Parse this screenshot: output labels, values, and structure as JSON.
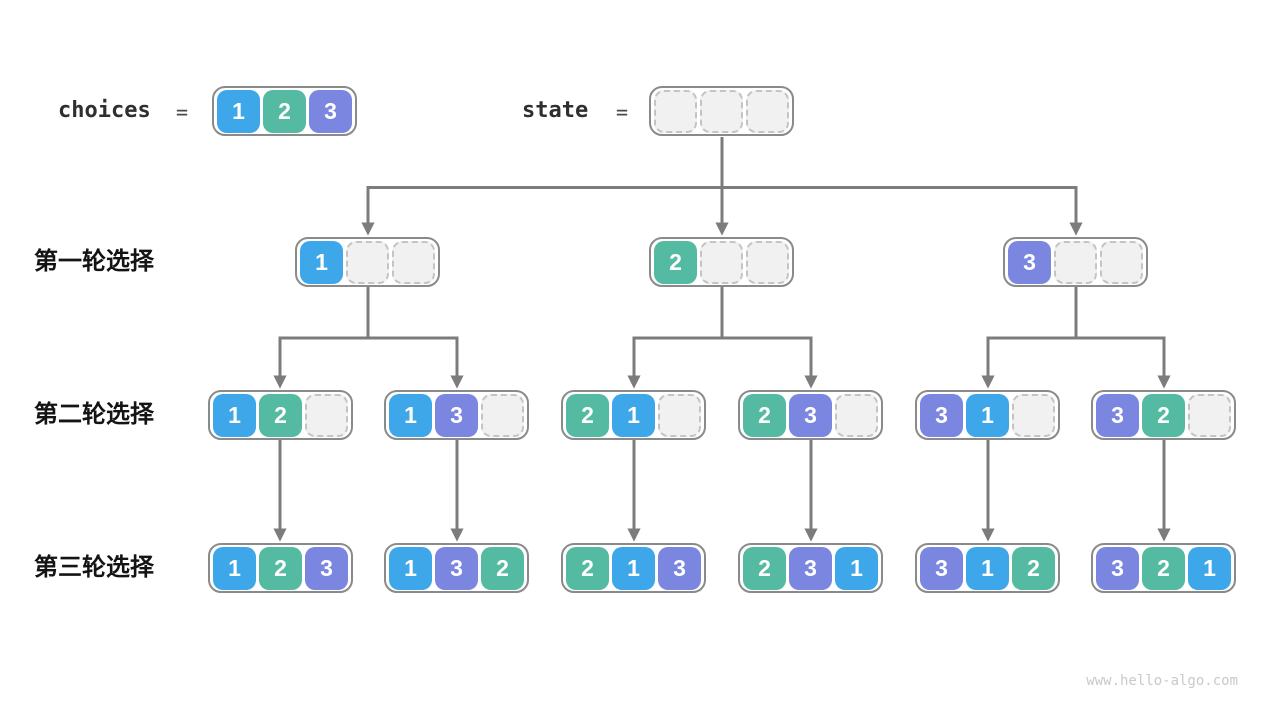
{
  "title_row": {
    "choices_label": "choices",
    "equals_sign": "=",
    "choices_values": [
      "1",
      "2",
      "3"
    ],
    "state_label": "state",
    "state_values": [
      "",
      "",
      ""
    ]
  },
  "rounds": [
    {
      "label": "第一轮选择",
      "boxes": [
        [
          "1",
          "",
          ""
        ],
        [
          "2",
          "",
          ""
        ],
        [
          "3",
          "",
          ""
        ]
      ]
    },
    {
      "label": "第二轮选择",
      "boxes": [
        [
          "1",
          "2",
          ""
        ],
        [
          "1",
          "3",
          ""
        ],
        [
          "2",
          "1",
          ""
        ],
        [
          "2",
          "3",
          ""
        ],
        [
          "3",
          "1",
          ""
        ],
        [
          "3",
          "2",
          ""
        ]
      ]
    },
    {
      "label": "第三轮选择",
      "boxes": [
        [
          "1",
          "2",
          "3"
        ],
        [
          "1",
          "3",
          "2"
        ],
        [
          "2",
          "1",
          "3"
        ],
        [
          "2",
          "3",
          "1"
        ],
        [
          "3",
          "1",
          "2"
        ],
        [
          "3",
          "2",
          "1"
        ]
      ]
    }
  ],
  "colors": {
    "choice1": "#3EA7E9",
    "choice2": "#54BAA1",
    "choice3": "#7A86E0",
    "arrow": "#7C7C7C",
    "box-border": "#8A8A8A",
    "empty-fill": "#F1F1F1",
    "empty-border": "#C4C4C4"
  },
  "watermark": "www.hello-algo.com"
}
